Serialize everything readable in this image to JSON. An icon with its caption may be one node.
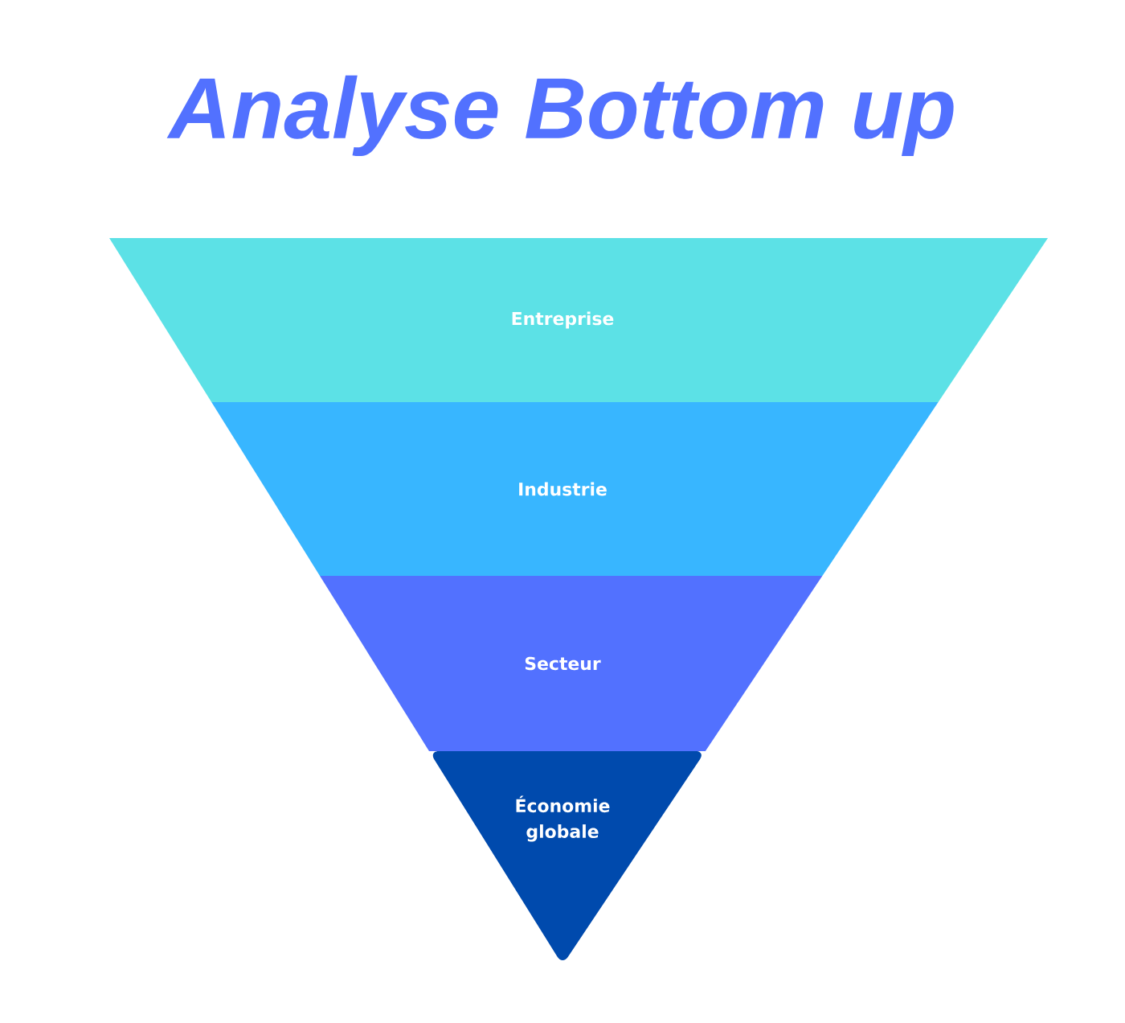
{
  "diagram": {
    "title": "Analyse Bottom up",
    "nodes": [
      {
        "text": [
          "Entreprise"
        ]
      },
      {
        "text": [
          "Industrie"
        ]
      },
      {
        "text": [
          "Secteur"
        ]
      },
      {
        "text": [
          "Économie globale"
        ]
      }
    ]
  }
}
